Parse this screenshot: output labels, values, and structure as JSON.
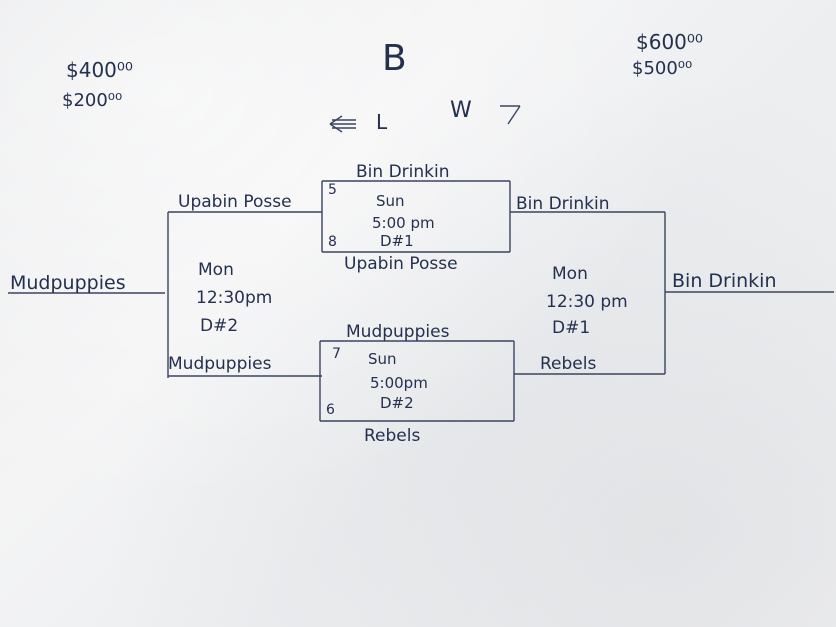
{
  "prizes_left": [
    "$400⁰⁰",
    "$200⁰⁰"
  ],
  "prizes_right": [
    "$600⁰⁰",
    "$500⁰⁰"
  ],
  "bracket_letter": "B",
  "legend": {
    "loser": "L",
    "winner": "W"
  },
  "top_match": {
    "winner_label": "Bin Drinkin",
    "team_a": "Upabin Posse",
    "team_b": "Upabin Posse",
    "seed_top": "5",
    "seed_bottom": "8",
    "day": "Sun",
    "time": "5:00 pm",
    "diamond": "D#1"
  },
  "bottom_match": {
    "winner_label": "Mudpuppies",
    "team_a": "Mudpuppies",
    "team_b": "Rebels",
    "seed_top": "7",
    "seed_bottom": "6",
    "day": "Sun",
    "time": "5:00pm",
    "diamond": "D#2"
  },
  "left_final": {
    "winner": "Mudpuppies",
    "day": "Mon",
    "time": "12:30pm",
    "diamond": "D#2"
  },
  "right_final": {
    "team_top": "Bin Drinkin",
    "team_bottom": "Rebels",
    "winner": "Bin Drinkin",
    "day": "Mon",
    "time": "12:30 pm",
    "diamond": "D#1"
  }
}
